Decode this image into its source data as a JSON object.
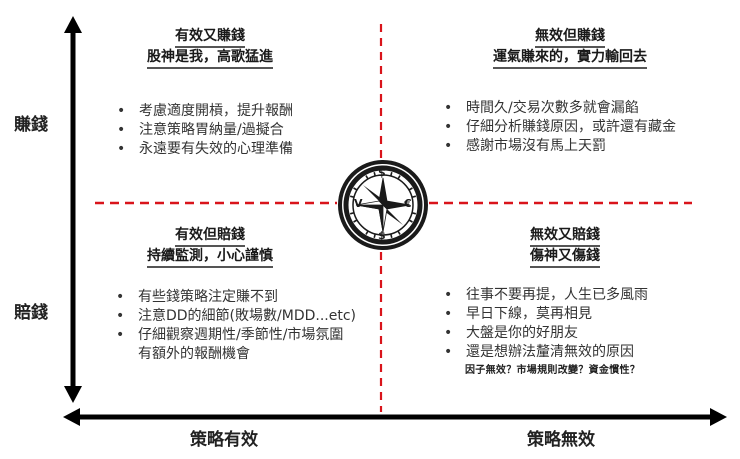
{
  "axes": {
    "y_top_label": "賺錢",
    "y_bottom_label": "賠錢",
    "x_left_label": "策略有效",
    "x_right_label": "策略無效"
  },
  "quadrants": {
    "top_left": {
      "title_line1": "有效又賺錢",
      "title_line2": "股神是我，高歌猛進",
      "bullets": [
        "考慮適度開槓，提升報酬",
        "注意策略胃納量/過擬合",
        "永遠要有失效的心理準備"
      ]
    },
    "top_right": {
      "title_line1": "無效但賺錢",
      "title_line2": "運氣賺來的，實力輸回去",
      "bullets": [
        "時間久/交易次數多就會漏餡",
        "仔細分析賺錢原因，或許還有藏金",
        "感謝市場沒有馬上天罰"
      ]
    },
    "bottom_left": {
      "title_line1": "有效但賠錢",
      "title_line2": "持續監測，小心謹慎",
      "bullets": [
        "有些錢策略注定賺不到",
        "注意DD的細節(敗場數/MDD...etc)",
        "仔細觀察週期性/季節性/市場氛圍"
      ],
      "continuation": "有額外的報酬機會"
    },
    "bottom_right": {
      "title_line1": "無效又賠錢",
      "title_line2": "傷神又傷錢",
      "bullets": [
        "往事不要再提，人生已多風雨",
        "早日下線，莫再相見",
        "大盤是你的好朋友",
        "還是想辦法釐清無效的原因"
      ],
      "note": "因子無效？市場規則改變？資金慣性？"
    }
  },
  "compass": {
    "icon": "compass-icon",
    "north": "$",
    "south": "$",
    "west": "V",
    "east": "€"
  },
  "colors": {
    "axis": "#000000",
    "divider": "#d9141b",
    "compass": "#1a1a1a"
  }
}
